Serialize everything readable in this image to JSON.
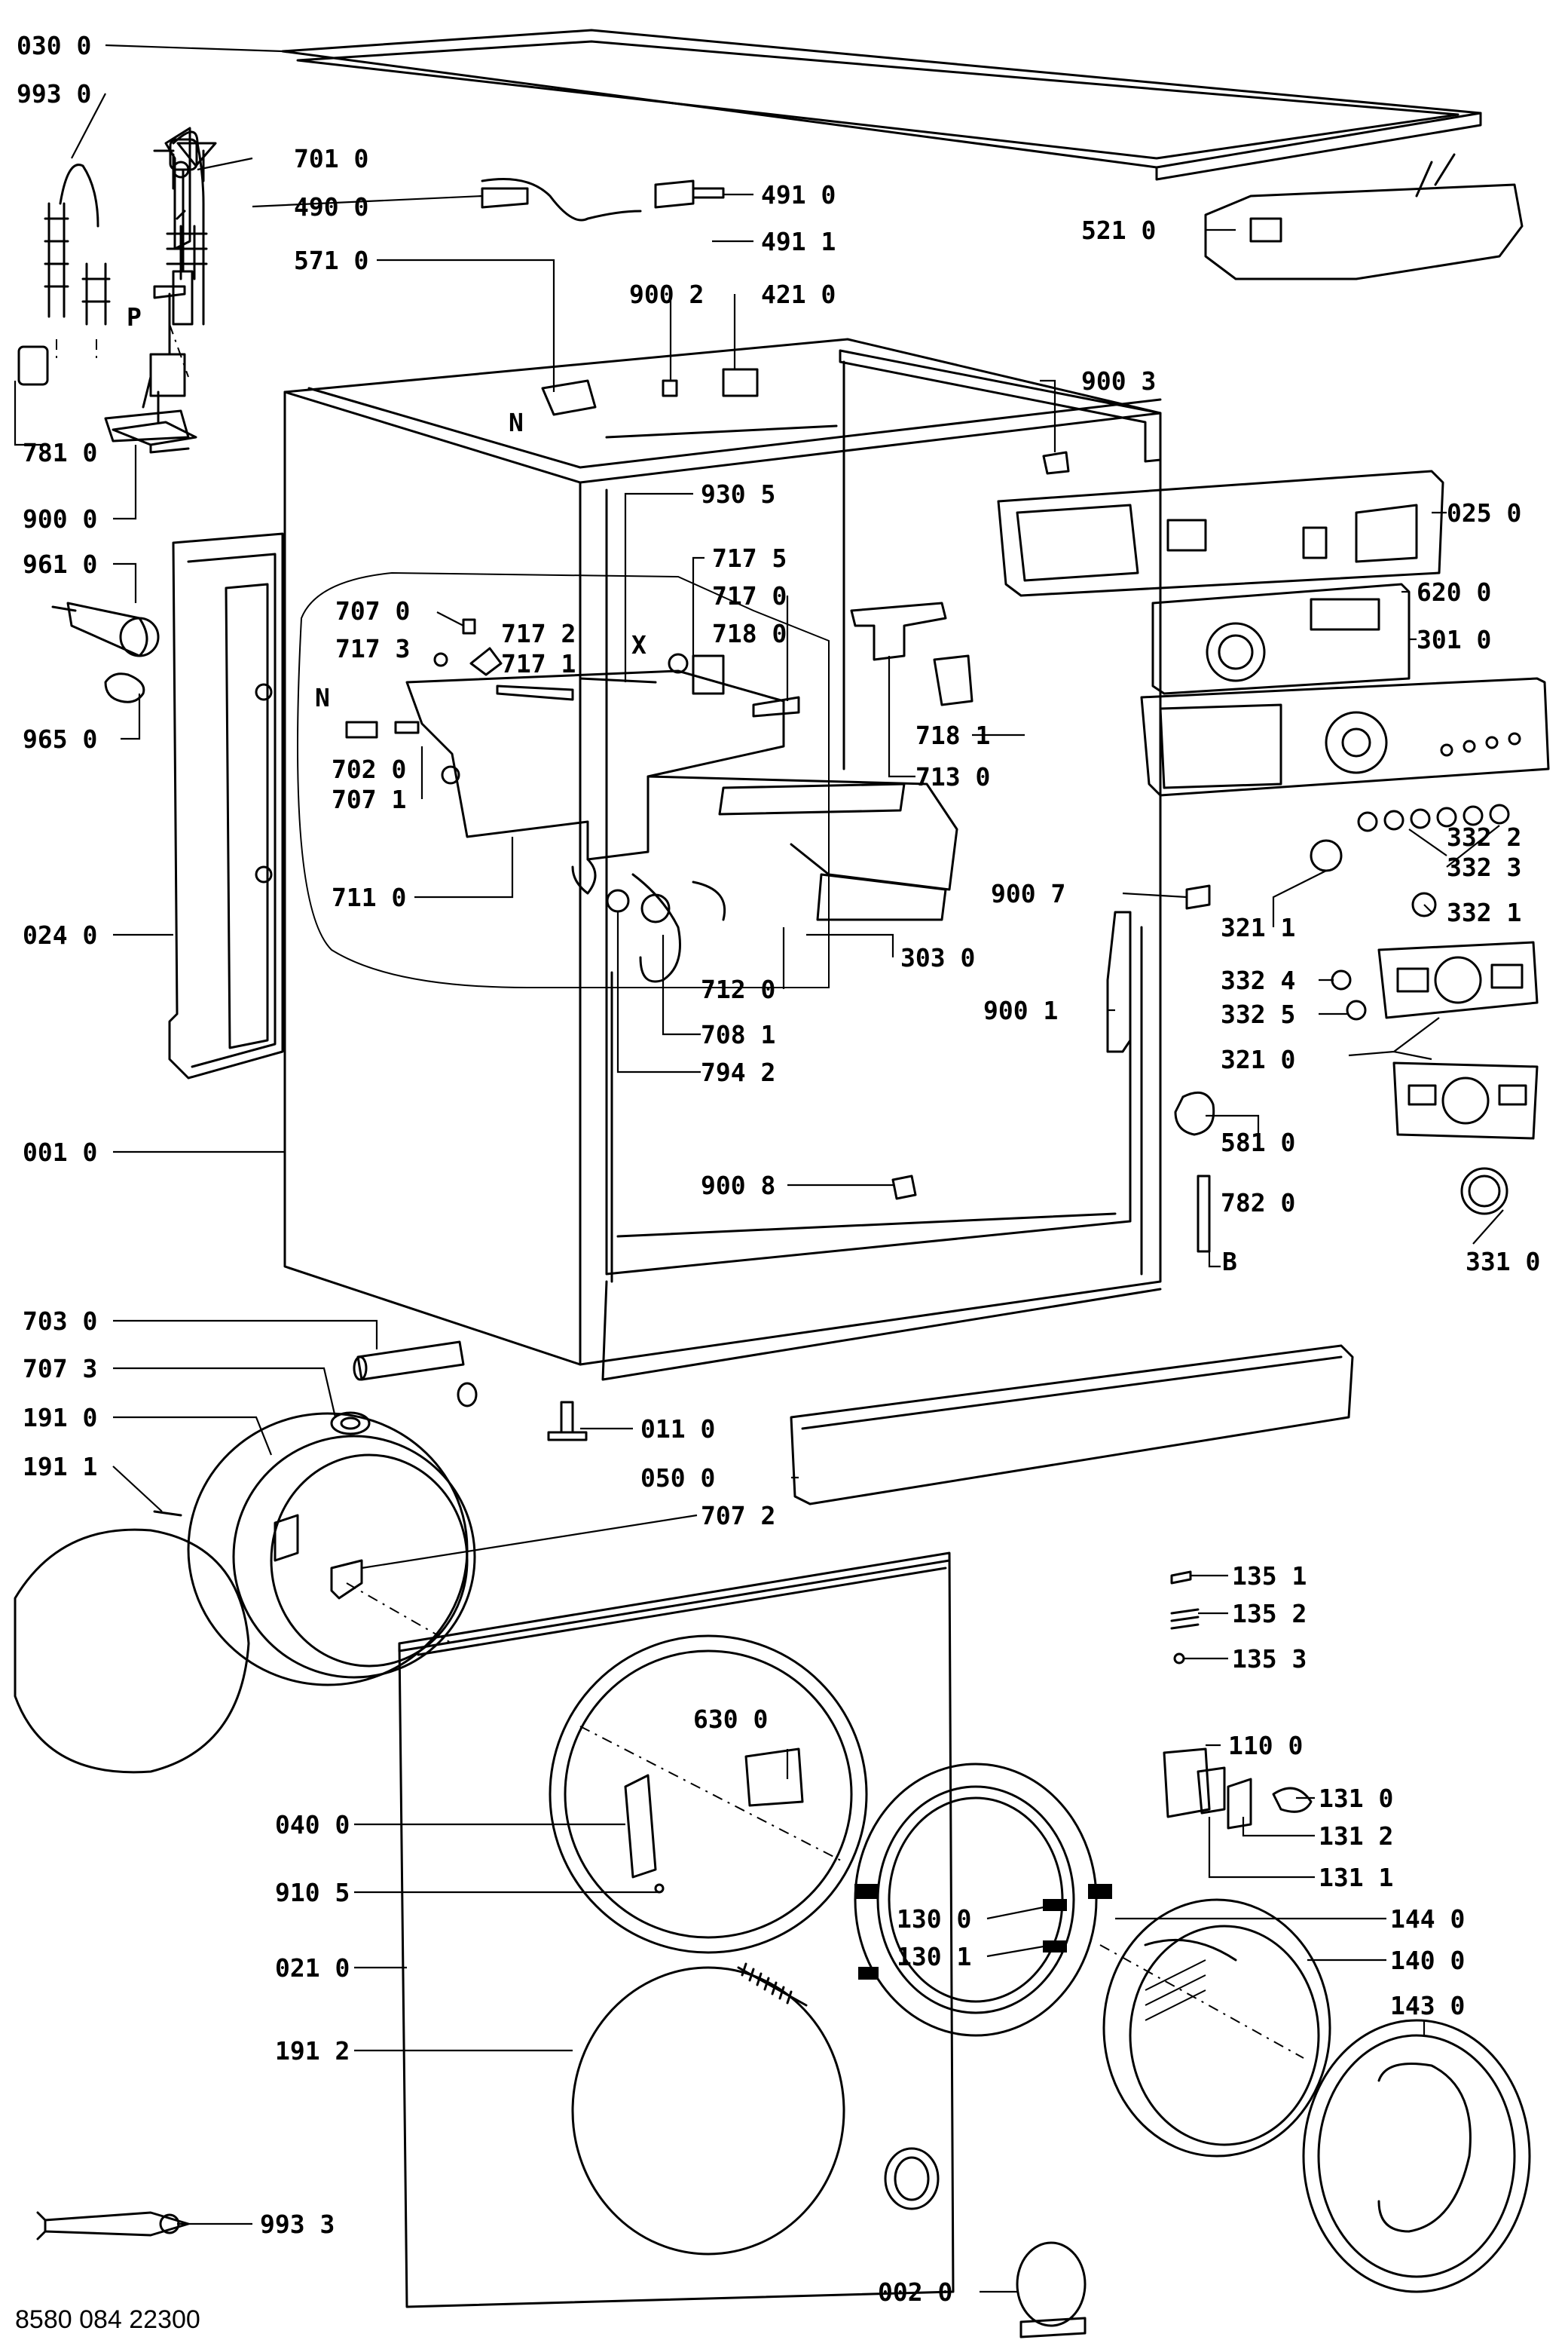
{
  "drawing_number": "8580 084 22300",
  "letters": {
    "N_top": "N",
    "N_side": "N",
    "P": "P",
    "X": "X",
    "B": "B"
  },
  "labels": {
    "0300": "030 0",
    "9930": "993 0",
    "7010": "701 0",
    "4900": "490 0",
    "4910": "491 0",
    "4911": "491 1",
    "5210": "521 0",
    "5710": "571 0",
    "9002": "900 2",
    "4210": "421 0",
    "9003": "900 3",
    "7810": "781 0",
    "9000": "900 0",
    "9305": "930 5",
    "0250": "025 0",
    "9610": "961 0",
    "7175": "717 5",
    "7170": "717 0",
    "7070": "707 0",
    "7172": "717 2",
    "7173": "717 3",
    "7171": "717 1",
    "7180": "718 0",
    "6200": "620 0",
    "3010": "301 0",
    "9650": "965 0",
    "7181": "718 1",
    "7020": "702 0",
    "7130": "713 0",
    "7071": "707 1",
    "3322": "332 2",
    "3323": "332 3",
    "7110": "711 0",
    "9007": "900 7",
    "3211": "321 1",
    "3321": "332 1",
    "0240": "024 0",
    "3030": "303 0",
    "9001": "900 1",
    "7120": "712 0",
    "3324": "332 4",
    "7081": "708 1",
    "3325": "332 5",
    "7942": "794 2",
    "3210": "321 0",
    "0010": "001 0",
    "5810": "581 0",
    "9008": "900 8",
    "7820": "782 0",
    "3310": "331 0",
    "7030": "703 0",
    "7073": "707 3",
    "0110": "011 0",
    "1910": "191 0",
    "0500": "050 0",
    "1911": "191 1",
    "7072": "707 2",
    "1351": "135 1",
    "1352": "135 2",
    "1353": "135 3",
    "6300": "630 0",
    "1100": "110 0",
    "0400": "040 0",
    "1310": "131 0",
    "1312": "131 2",
    "1311": "131 1",
    "9105": "910 5",
    "1300": "130 0",
    "1440": "144 0",
    "1301": "130 1",
    "1400": "140 0",
    "0210": "021 0",
    "1430": "143 0",
    "1912": "191 2",
    "9933": "993 3",
    "0020": "002 0"
  }
}
